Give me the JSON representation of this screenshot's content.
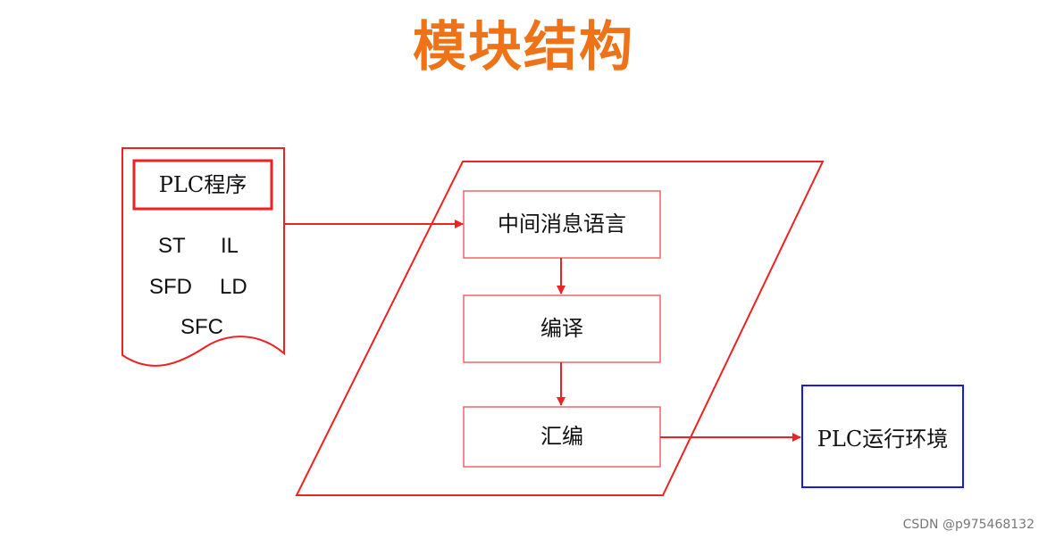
{
  "title": "模块结构",
  "program_doc": {
    "header": "PLC程序",
    "languages": [
      "ST",
      "IL",
      "SFD",
      "LD",
      "SFC"
    ]
  },
  "pipeline": {
    "stages": [
      "中间消息语言",
      "编译",
      "汇编"
    ]
  },
  "environment": "PLC运行环境",
  "watermark": "CSDN @p975468132",
  "colors": {
    "title": "#ee7318",
    "lines": "#ee2222",
    "environment_border": "#1a1ae6"
  }
}
